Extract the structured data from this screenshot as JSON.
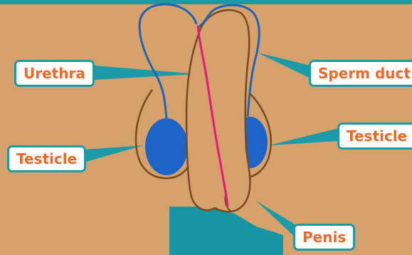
{
  "labels": {
    "urethra": "Urethra",
    "sperm_duct": "Sperm duct",
    "testicle_left": "Testicle",
    "testicle_right": "Testicle",
    "penis": "Penis"
  },
  "colors": {
    "background": "#D6A16B",
    "skin": "#D6A16B",
    "outline": "#7A4A1E",
    "sperm_duct": "#1E64B8",
    "testicle": "#1E64C8",
    "urethra": "#E8187C",
    "label_border": "#1B9AA8",
    "label_text": "#F26522",
    "leader": "#1B9AA8",
    "legs": "#1795A5",
    "top_border": "#1B9AA8"
  }
}
